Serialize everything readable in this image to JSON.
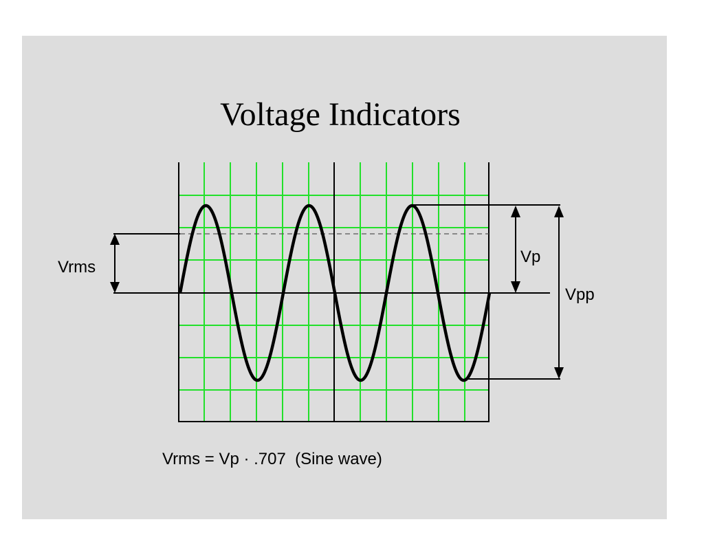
{
  "title": "Voltage Indicators",
  "labels": {
    "vrms": "Vrms",
    "vp": "Vp",
    "vpp": "Vpp"
  },
  "formula": "Vrms = Vp · .707  (Sine wave)",
  "colors": {
    "background": "#dddddd",
    "grid": "#22e02a",
    "trace": "#000000"
  },
  "waveform": {
    "type": "sine",
    "cycles": 3,
    "rms_factor": 0.707
  }
}
